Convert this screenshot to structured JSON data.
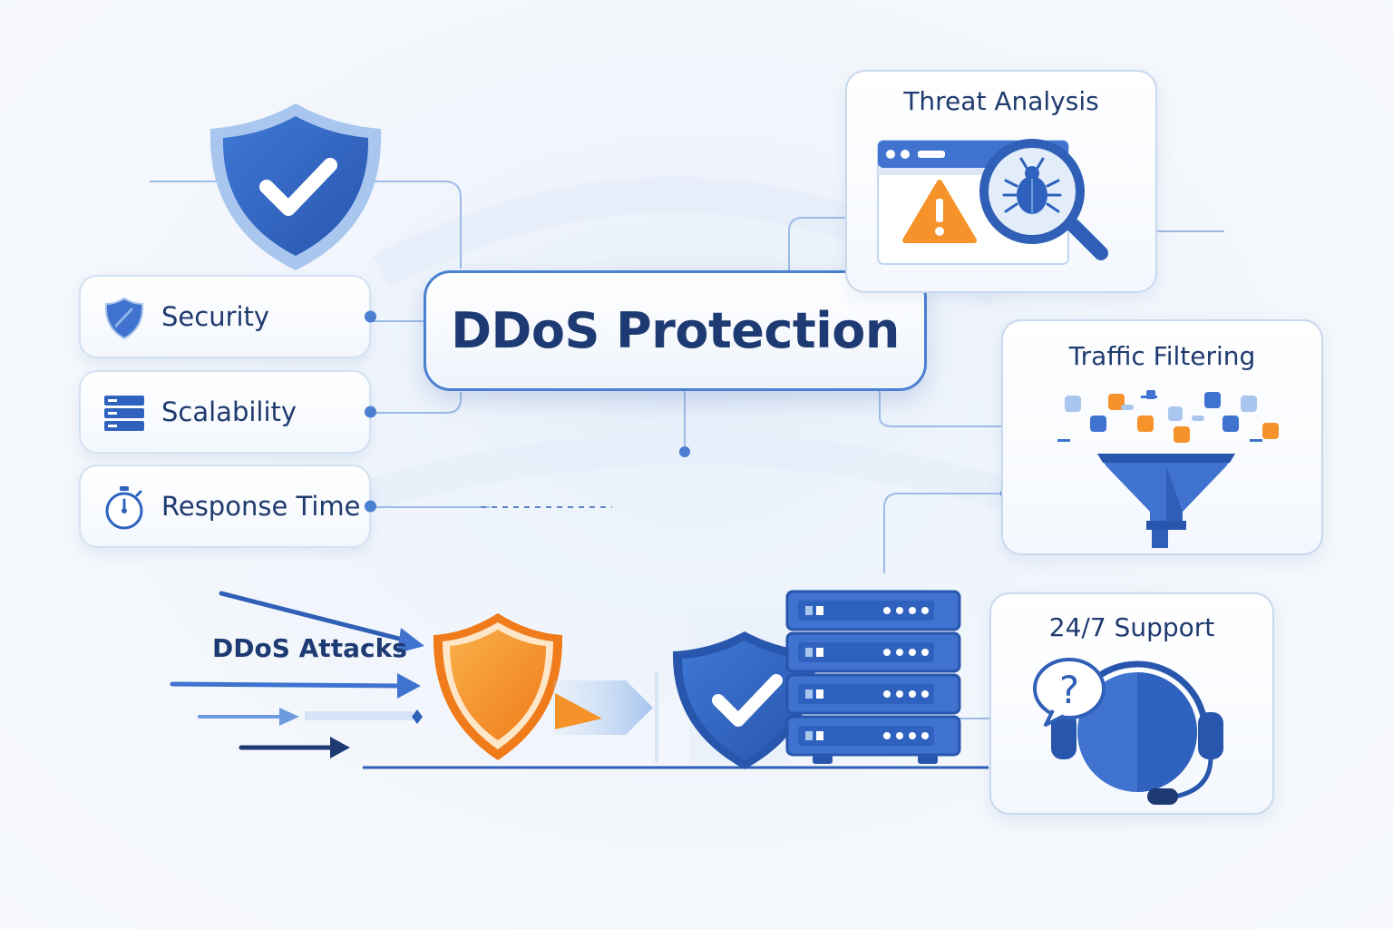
{
  "diagram": {
    "center": {
      "title": "DDoS Protection"
    },
    "features": [
      {
        "label": "Security",
        "icon": "shield-icon"
      },
      {
        "label": "Scalability",
        "icon": "server-stack-icon"
      },
      {
        "label": "Response Time",
        "icon": "stopwatch-icon"
      }
    ],
    "panels": {
      "threat_analysis": {
        "title": "Threat Analysis",
        "icons": [
          "browser-window-icon",
          "warning-icon",
          "magnifier-icon",
          "bug-icon"
        ]
      },
      "traffic_filtering": {
        "title": "Traffic Filtering",
        "icons": [
          "funnel-icon"
        ]
      },
      "support": {
        "title": "24/7 Support",
        "icons": [
          "headset-icon",
          "question-bubble-icon"
        ]
      }
    },
    "attack": {
      "label": "DDoS Attacks"
    },
    "colors": {
      "primary_blue": "#3a6fc9",
      "dark_navy": "#1e3a72",
      "accent_orange": "#f5922a",
      "light_blue": "#a9c6ee",
      "background": "#f3f7fc"
    }
  }
}
